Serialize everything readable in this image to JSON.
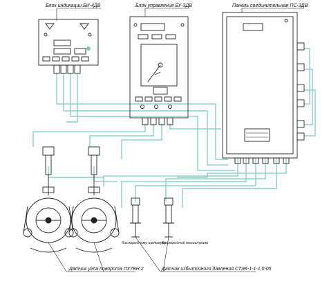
{
  "labels": {
    "indication_block": "Блок индикации БИ-4ДВ",
    "control_block": "Блок управления БУ-3ДВ",
    "connection_panel": "Панель соединительная ПС-3ДВ",
    "rotation_sensors": "Датчик угла поворота ПУ7ВН.2",
    "pressure_sensors": "Датчик избыточного давления СТЭК-1-1-1,0-05",
    "tap_left": "Кислородному щельмуру",
    "tap_right": "Кислородной магистрали"
  },
  "colors": {
    "cable": "#74c9c0",
    "outline": "#222222"
  }
}
